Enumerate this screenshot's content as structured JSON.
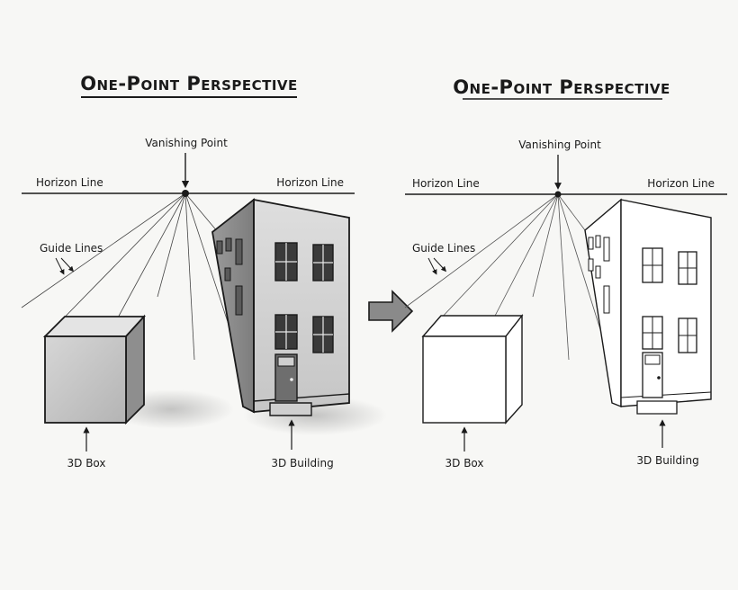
{
  "colors": {
    "ink": "#1a1a1a",
    "paper": "#f7f7f5",
    "shade_light": "#dcdcdc",
    "shade_mid": "#b8b8b8",
    "shade_dark": "#8a8a8a"
  },
  "left_panel": {
    "title": "One-Point Perspective",
    "vanishing_point_label": "Vanishing Point",
    "horizon_left_label": "Horizon Line",
    "horizon_right_label": "Horizon Line",
    "guide_lines_label": "Guide Lines",
    "box_label": "3D Box",
    "building_label": "3D Building",
    "style": "shaded pencil"
  },
  "right_panel": {
    "title": "One-Point Perspective",
    "vanishing_point_label": "Vanishing Point",
    "horizon_left_label": "Horizon Line",
    "horizon_right_label": "Horizon Line",
    "guide_lines_label": "Guide Lines",
    "box_label": "3D Box",
    "building_label": "3D Building",
    "style": "line art"
  },
  "transition_icon": "right-arrow-icon"
}
